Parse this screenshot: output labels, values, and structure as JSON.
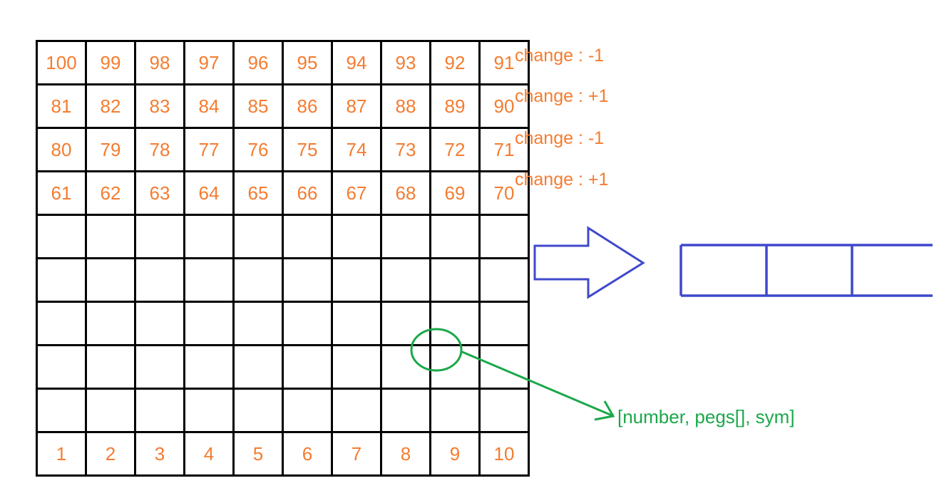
{
  "board": {
    "rows": [
      [
        "100",
        "99",
        "98",
        "97",
        "96",
        "95",
        "94",
        "93",
        "92",
        "91"
      ],
      [
        "81",
        "82",
        "83",
        "84",
        "85",
        "86",
        "87",
        "88",
        "89",
        "90"
      ],
      [
        "80",
        "79",
        "78",
        "77",
        "76",
        "75",
        "74",
        "73",
        "72",
        "71"
      ],
      [
        "61",
        "62",
        "63",
        "64",
        "65",
        "66",
        "67",
        "68",
        "69",
        "70"
      ],
      [
        "",
        "",
        "",
        "",
        "",
        "",
        "",
        "",
        "",
        ""
      ],
      [
        "",
        "",
        "",
        "",
        "",
        "",
        "",
        "",
        "",
        ""
      ],
      [
        "",
        "",
        "",
        "",
        "",
        "",
        "",
        "",
        "",
        ""
      ],
      [
        "",
        "",
        "",
        "",
        "",
        "",
        "",
        "",
        "",
        ""
      ],
      [
        "",
        "",
        "",
        "",
        "",
        "",
        "",
        "",
        "",
        ""
      ],
      [
        "1",
        "2",
        "3",
        "4",
        "5",
        "6",
        "7",
        "8",
        "9",
        "10"
      ]
    ]
  },
  "annotations": {
    "row_changes": [
      "change : -1",
      "change : +1",
      "change : -1",
      "change : +1"
    ],
    "cell_structure": "[number, pegs[], sym]"
  },
  "colors": {
    "numbers": "#f47c30",
    "grid": "#000000",
    "arrow_and_array": "#3f48cc",
    "highlight": "#1aa84a"
  }
}
